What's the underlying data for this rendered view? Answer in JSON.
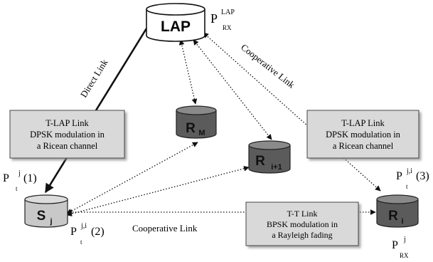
{
  "nodes": {
    "lap": {
      "label": "LAP"
    },
    "rm": {
      "label": "R",
      "sub": "M"
    },
    "ri1": {
      "label": "R",
      "sub": "i+1"
    },
    "sj": {
      "label": "S",
      "sub": "j"
    },
    "ri": {
      "label": "R",
      "sub": "i"
    }
  },
  "power_labels": {
    "p_lap": {
      "base": "P",
      "sup": "LAP",
      "sub": "RX"
    },
    "p_t_j1": {
      "base": "P",
      "sup": "j",
      "sub": "t",
      "suffix": "(1)"
    },
    "p_t_ji2": {
      "base": "P",
      "sup": "j,i",
      "sub": "t",
      "suffix": "(2)"
    },
    "p_t_ji3": {
      "base": "P",
      "sup": "j,i",
      "sub": "t",
      "suffix": "(3)"
    },
    "p_rx_j": {
      "base": "P",
      "sup": "j",
      "sub": "RX"
    }
  },
  "boxes": {
    "left": {
      "lines": [
        "T-LAP Link",
        "DPSK modulation in",
        "a Ricean channel"
      ]
    },
    "right": {
      "lines": [
        "T-LAP Link",
        "DPSK modulation in",
        "a Ricean channel"
      ]
    },
    "bottom": {
      "lines": [
        "T-T Link",
        "BPSK modulation in",
        "a Rayleigh fading"
      ]
    }
  },
  "link_labels": {
    "direct": "Direct Link",
    "coop_top": "Cooperative Link",
    "coop_bottom": "Cooperative Link"
  },
  "colors": {
    "dark_cylinder": "#5b5b5b",
    "light_cylinder": "#c8c8c8",
    "box_fill": "#d9d9d9"
  }
}
